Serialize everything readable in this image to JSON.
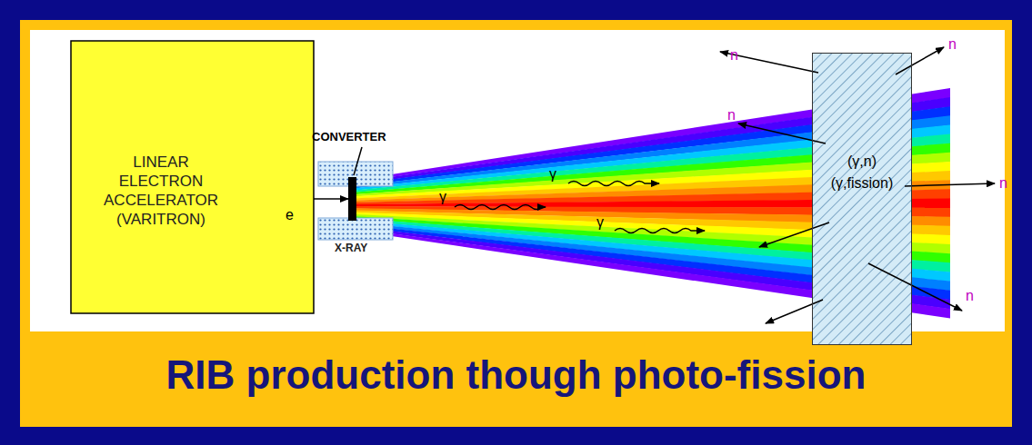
{
  "diagram": {
    "title": "RIB production though photo-fission",
    "nodes": [
      {
        "text": [
          "LINEAR ELECTRON ACCELERATOR (VARITRON)"
        ]
      },
      {
        "text": [
          "CONVERTER"
        ]
      },
      {
        "text": [
          "(γ,n)",
          "(γ,fission)"
        ]
      }
    ],
    "edges": [
      {
        "from": 0,
        "to": 1,
        "arrow": "to"
      }
    ],
    "labels": [
      "X-RAY",
      "e",
      "γ",
      "γ",
      "γ",
      "n",
      "n",
      "n",
      "n",
      "n"
    ]
  }
}
